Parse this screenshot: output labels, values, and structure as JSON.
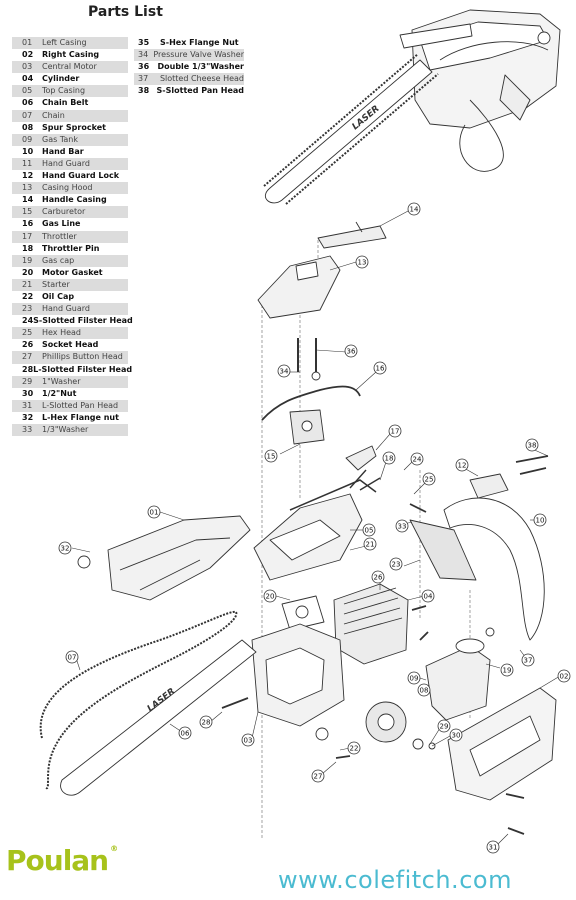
{
  "title": "Parts List",
  "parts_left": [
    {
      "num": "01",
      "name": "Left Casing"
    },
    {
      "num": "02",
      "name": "Right Casing"
    },
    {
      "num": "03",
      "name": "Central Motor"
    },
    {
      "num": "04",
      "name": "Cylinder"
    },
    {
      "num": "05",
      "name": "Top  Casing"
    },
    {
      "num": "06",
      "name": "Chain Belt"
    },
    {
      "num": "07",
      "name": "Chain"
    },
    {
      "num": "08",
      "name": "Spur Sprocket"
    },
    {
      "num": "09",
      "name": "Gas Tank"
    },
    {
      "num": "10",
      "name": "Hand Bar"
    },
    {
      "num": "11",
      "name": "Hand Guard"
    },
    {
      "num": "12",
      "name": "Hand Guard Lock"
    },
    {
      "num": "13",
      "name": "Casing Hood"
    },
    {
      "num": "14",
      "name": "Handle Casing"
    },
    {
      "num": "15",
      "name": "Carburetor"
    },
    {
      "num": "16",
      "name": "Gas Line"
    },
    {
      "num": "17",
      "name": "Throttler"
    },
    {
      "num": "18",
      "name": "Throttler Pin"
    },
    {
      "num": "19",
      "name": "Gas cap"
    },
    {
      "num": "20",
      "name": "Motor Gasket"
    },
    {
      "num": "21",
      "name": "Starter"
    },
    {
      "num": "22",
      "name": "Oil Cap"
    },
    {
      "num": "23",
      "name": "Hand Guard"
    },
    {
      "num": "24",
      "name": "S-Slotted Filster Head"
    },
    {
      "num": "25",
      "name": "Hex Head"
    },
    {
      "num": "26",
      "name": "Socket Head"
    },
    {
      "num": "27",
      "name": "Phillips Button Head"
    },
    {
      "num": "28",
      "name": "L-Slotted Filster Head"
    },
    {
      "num": "29",
      "name": "1\"Washer"
    },
    {
      "num": "30",
      "name": "1/2\"Nut"
    },
    {
      "num": "31",
      "name": "L-Slotted Pan Head"
    },
    {
      "num": "32",
      "name": "L-Hex Flange nut"
    },
    {
      "num": "33",
      "name": "1/3\"Washer"
    }
  ],
  "parts_right": [
    {
      "num": "35",
      "name": "S-Hex Flange Nut"
    },
    {
      "num": "34",
      "name": "Pressure Valve Washer"
    },
    {
      "num": "36",
      "name": "Double 1/3\"Washer"
    },
    {
      "num": "37",
      "name": "Slotted Cheese Head"
    },
    {
      "num": "38",
      "name": "S-Slotted Pan Head"
    }
  ],
  "bar_brand": "LASER",
  "callouts": [
    {
      "label": "14"
    },
    {
      "label": "13"
    },
    {
      "label": "36"
    },
    {
      "label": "34"
    },
    {
      "label": "16"
    },
    {
      "label": "15"
    },
    {
      "label": "17"
    },
    {
      "label": "18"
    },
    {
      "label": "24"
    },
    {
      "label": "38"
    },
    {
      "label": "12"
    },
    {
      "label": "25"
    },
    {
      "label": "10"
    },
    {
      "label": "33"
    },
    {
      "label": "01"
    },
    {
      "label": "05"
    },
    {
      "label": "21"
    },
    {
      "label": "23"
    },
    {
      "label": "32"
    },
    {
      "label": "26"
    },
    {
      "label": "20"
    },
    {
      "label": "04"
    },
    {
      "label": "07"
    },
    {
      "label": "37"
    },
    {
      "label": "19"
    },
    {
      "label": "09"
    },
    {
      "label": "08"
    },
    {
      "label": "02"
    },
    {
      "label": "28"
    },
    {
      "label": "06"
    },
    {
      "label": "03"
    },
    {
      "label": "29"
    },
    {
      "label": "30"
    },
    {
      "label": "22"
    },
    {
      "label": "27"
    },
    {
      "label": "31"
    }
  ],
  "logo": "Poulan",
  "website": "www.colefitch.com",
  "colors": {
    "logo": "#a7c21b",
    "website": "#4bbbd1",
    "row_shade": "#dcdcdc"
  }
}
